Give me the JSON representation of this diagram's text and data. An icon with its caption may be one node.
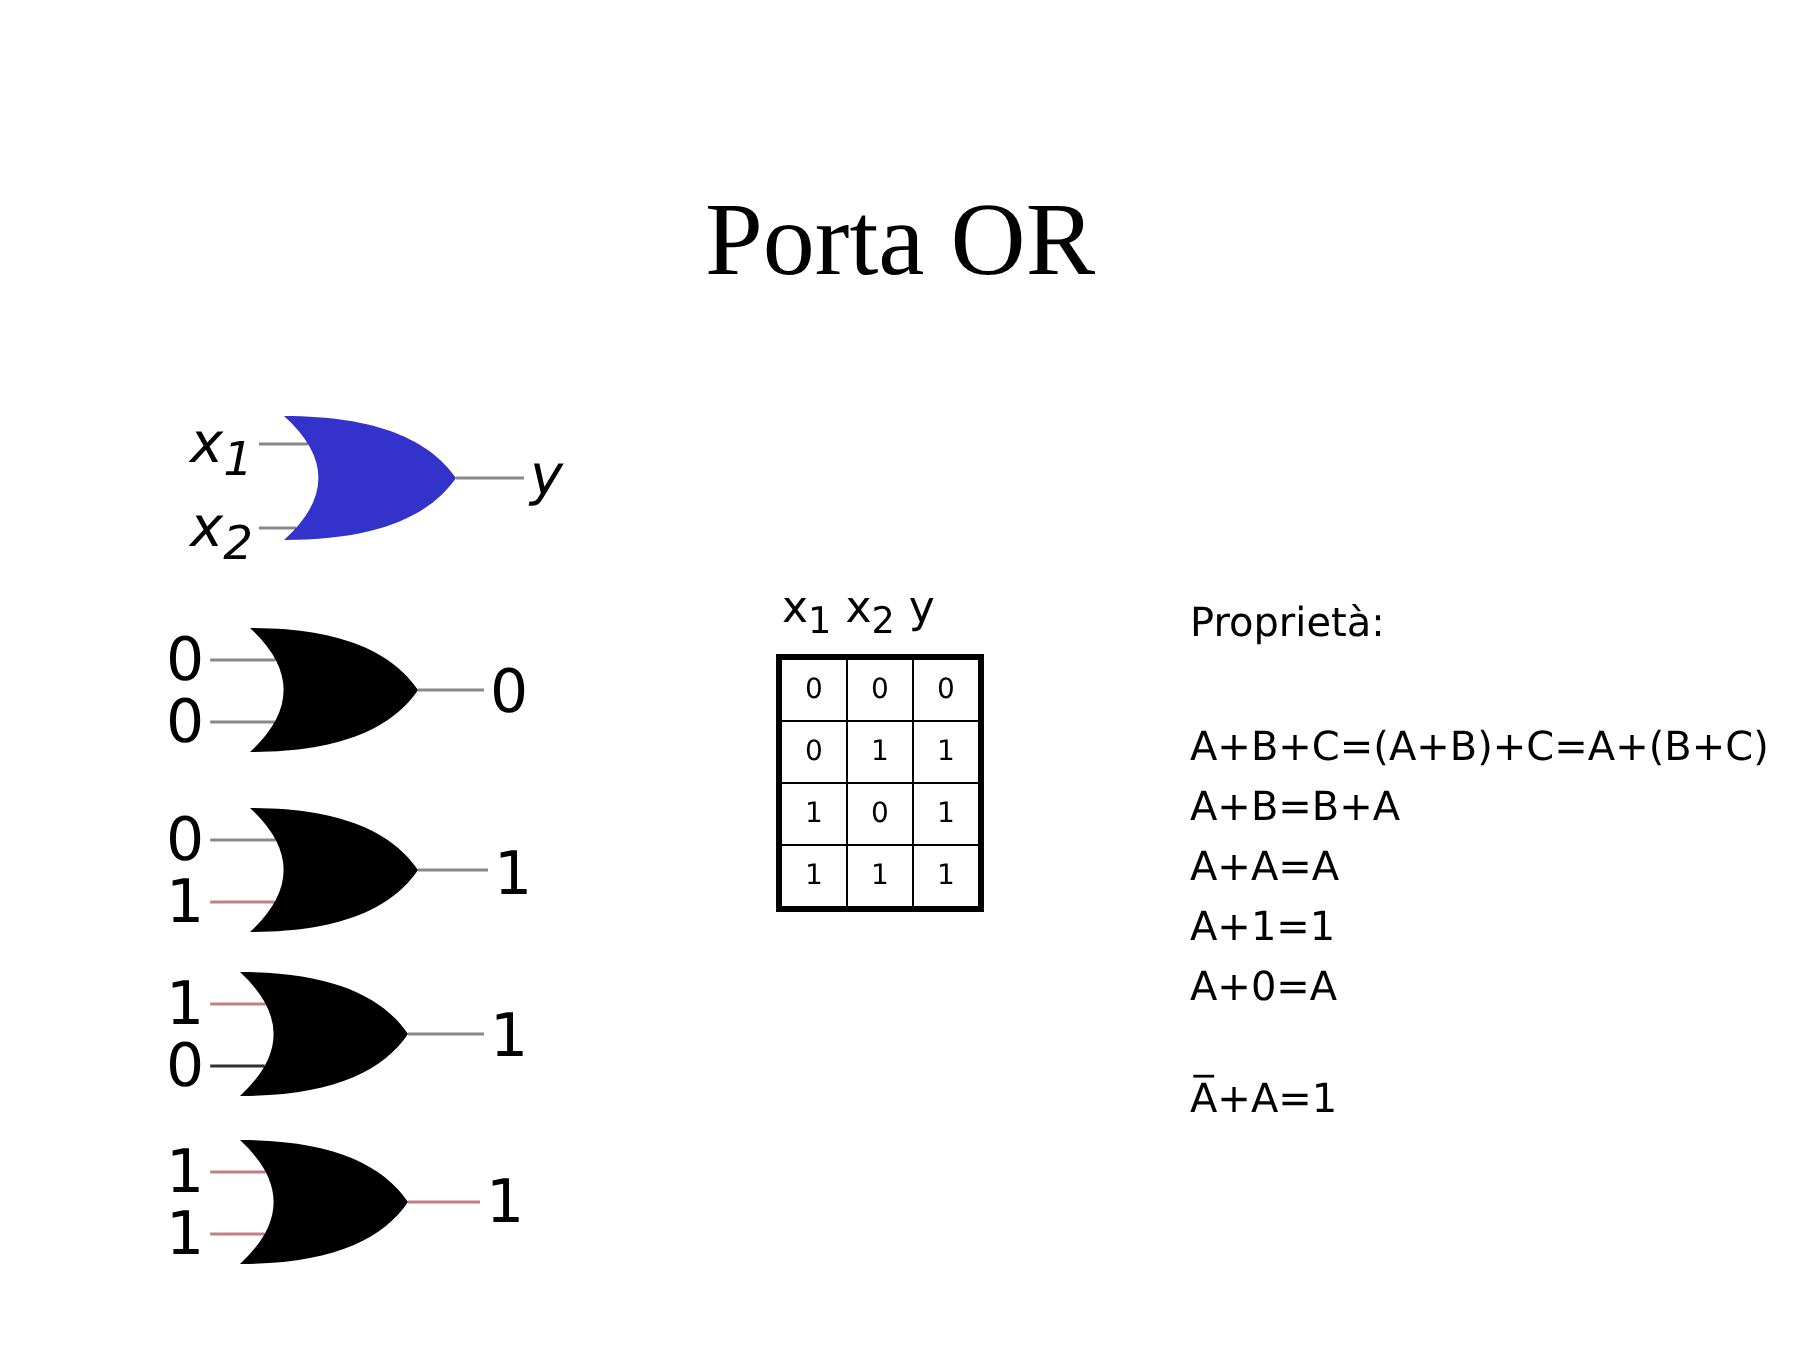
{
  "diagram": {
    "title": "Porta OR",
    "nodes": [
      {
        "text": [
          "x$_{1}$"
        ]
      },
      {
        "text": [
          "x$_{2}$"
        ]
      },
      {
        "text": [],
        "shape": "gate"
      },
      {
        "text": [
          "y"
        ]
      },
      {
        "text": [
          "0"
        ]
      },
      {
        "text": [
          "0"
        ]
      },
      {
        "text": [],
        "shape": "gate"
      },
      {
        "text": [
          "0"
        ]
      },
      {
        "text": [
          "0"
        ]
      },
      {
        "text": [
          "1"
        ]
      },
      {
        "text": [],
        "shape": "gate"
      },
      {
        "text": [
          "1"
        ]
      },
      {
        "text": [
          "1"
        ]
      },
      {
        "text": [
          "0"
        ]
      },
      {
        "text": [],
        "shape": "gate"
      },
      {
        "text": [
          "1"
        ]
      },
      {
        "text": [
          "1"
        ]
      },
      {
        "text": [
          "1"
        ]
      },
      {
        "text": [],
        "shape": "gate"
      },
      {
        "text": [
          "1"
        ]
      }
    ],
    "edges": [
      {
        "from": 0,
        "to": 2,
        "arrow": "none"
      },
      {
        "from": 1,
        "to": 2,
        "arrow": "none"
      },
      {
        "from": 2,
        "to": 3,
        "arrow": "none"
      },
      {
        "from": 4,
        "to": 6,
        "arrow": "none"
      },
      {
        "from": 5,
        "to": 6,
        "arrow": "none"
      },
      {
        "from": 6,
        "to": 7,
        "arrow": "none"
      },
      {
        "from": 8,
        "to": 10,
        "arrow": "none"
      },
      {
        "from": 9,
        "to": 10,
        "arrow": "none",
        "color": "#c08080"
      },
      {
        "from": 10,
        "to": 11,
        "arrow": "none"
      },
      {
        "from": 12,
        "to": 14,
        "arrow": "none",
        "color": "#c08080"
      },
      {
        "from": 13,
        "to": 14,
        "arrow": "none",
        "color": "#303030"
      },
      {
        "from": 14,
        "to": 15,
        "arrow": "none"
      },
      {
        "from": 16,
        "to": 18,
        "arrow": "none",
        "color": "#c08080"
      },
      {
        "from": 17,
        "to": 18,
        "arrow": "none",
        "color": "#c08080"
      },
      {
        "from": 18,
        "to": 19,
        "arrow": "none",
        "color": "#c08080"
      }
    ],
    "labels": [
      "x$_{1}$ x$_{2}$ y",
      "0",
      "0",
      "0",
      "0",
      "1",
      "1",
      "1",
      "0",
      "1",
      "1",
      "1",
      "1",
      "Proprietà:",
      "A+B+C=(A+B)+C=A+(B+C)",
      "A+B=B+A",
      "A+A=A",
      "A+1=1",
      "A+0=A",
      "A̅+A=1"
    ]
  }
}
